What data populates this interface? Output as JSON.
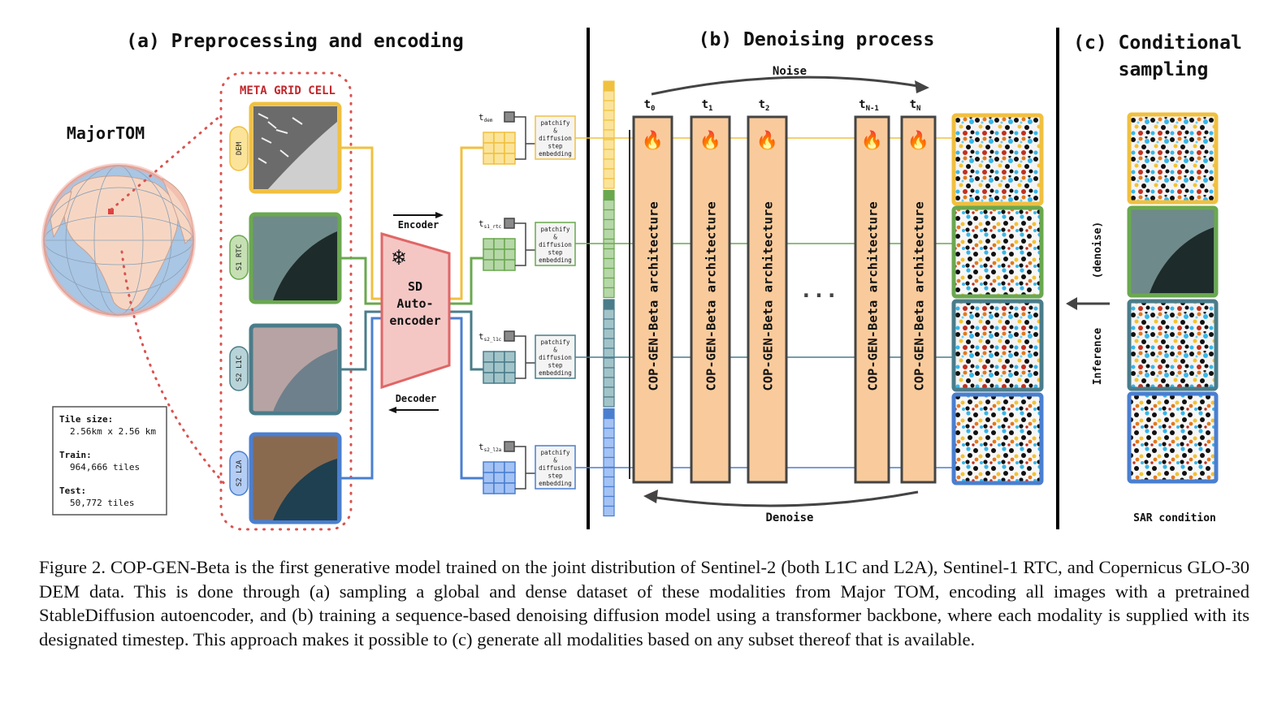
{
  "figure": {
    "sections": {
      "a_title": "(a) Preprocessing and encoding",
      "b_title": "(b) Denoising process",
      "c_title_line1": "(c) Conditional",
      "c_title_line2": "sampling"
    },
    "dataset": {
      "name": "MajorTOM",
      "meta_grid_label": "META GRID CELL",
      "info_box": [
        {
          "label": "Tile size:",
          "value": "2.56km x 2.56 km"
        },
        {
          "label": "Train:",
          "value": "964,666 tiles"
        },
        {
          "label": "Test:",
          "value": "50,772 tiles"
        }
      ]
    },
    "modalities": [
      {
        "key": "dem",
        "label": "DEM",
        "timestep_label": "t",
        "timestep_sub": "dem",
        "color": "#f0c040",
        "light": "#fbe49a"
      },
      {
        "key": "s1_rtc",
        "label": "S1 RTC",
        "timestep_label": "t",
        "timestep_sub": "s1_rtc",
        "color": "#6aa84f",
        "light": "#b6d7a8"
      },
      {
        "key": "s2_l1c",
        "label": "S2 L1C",
        "timestep_label": "t",
        "timestep_sub": "s2_l1c",
        "color": "#4a7c8a",
        "light": "#a2c4c9"
      },
      {
        "key": "s2_l2a",
        "label": "S2 L2A",
        "timestep_label": "t",
        "timestep_sub": "s2_l2a",
        "color": "#4a7fd0",
        "light": "#a4c2f4"
      }
    ],
    "autoencoder": {
      "label_lines": [
        "SD",
        "Auto-",
        "encoder"
      ],
      "encoder_label": "Encoder",
      "decoder_label": "Decoder",
      "frozen_icon": "snowflake-icon"
    },
    "embedding_box": {
      "lines": [
        "patchify",
        "&",
        "diffusion",
        "step",
        "embedding"
      ]
    },
    "denoiser": {
      "block_label": "COP-GEN-Beta architecture",
      "trainable_icon": "flame-icon",
      "timesteps": [
        {
          "t": "t",
          "sub": "0"
        },
        {
          "t": "t",
          "sub": "1"
        },
        {
          "t": "t",
          "sub": "2"
        },
        {
          "t": "t",
          "sub": "N-1"
        },
        {
          "t": "t",
          "sub": "N"
        }
      ],
      "ellipsis": "...",
      "noise_label": "Noise",
      "denoise_label": "Denoise"
    },
    "conditional": {
      "inference_label": "Inference",
      "denoise_paren": "(denoise)",
      "condition_label": "SAR condition"
    }
  },
  "caption": "Figure 2. COP-GEN-Beta is the first generative model trained on the joint distribution of Sentinel-2 (both L1C and L2A), Sentinel-1 RTC, and Copernicus GLO-30 DEM data. This is done through (a) sampling a global and dense dataset of these modalities from Major TOM, encoding all images with a pretrained StableDiffusion autoencoder, and (b) training a sequence-based denoising diffusion model using a transformer backbone, where each modality is supplied with its designated timestep. This approach makes it possible to (c) generate all modalities based on any subset thereof that is available."
}
